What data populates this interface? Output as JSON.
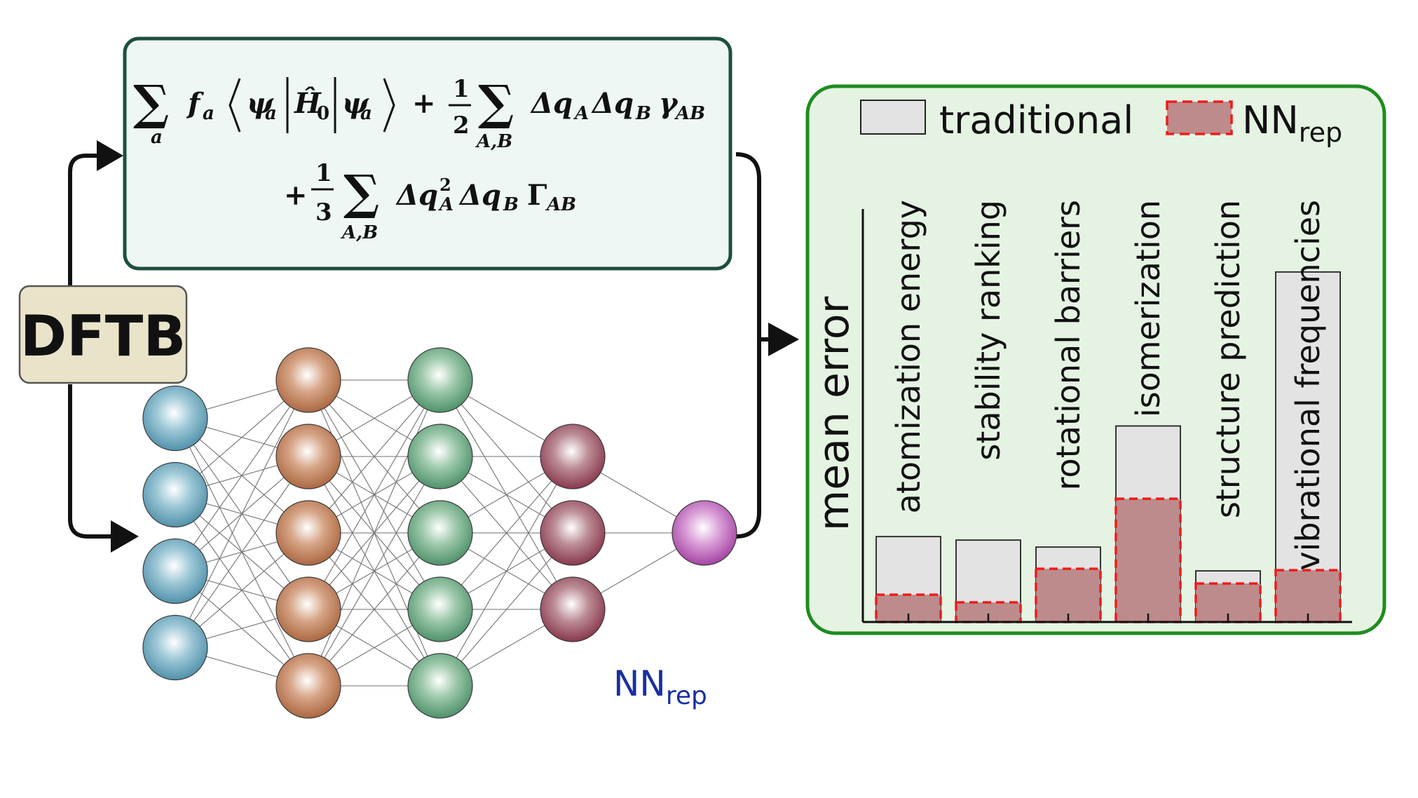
{
  "dftb_label": "DFTB",
  "nn_label": {
    "main": "NN",
    "sub": "rep"
  },
  "network": {
    "layers": [
      4,
      5,
      5,
      3,
      1
    ]
  },
  "formula": {
    "line1": {
      "sum": "∑",
      "sum_index": "a",
      "f": "f",
      "f_sub": "a",
      "psi": "ψ",
      "psi_sub": "a",
      "H": "Ĥ",
      "H_sub": "0",
      "plus": "+",
      "frac_num": "1",
      "frac_den": "2",
      "sum2_index": "A,B",
      "dq": "Δq",
      "sub_A": "A",
      "sub_B": "B",
      "gamma": "γ",
      "gamma_sub": "AB"
    },
    "line2": {
      "plus": "+",
      "frac_num": "1",
      "frac_den": "3",
      "sum_index": "A,B",
      "dq": "Δq",
      "sup2": "2",
      "sub_A": "A",
      "sub_B": "B",
      "Gamma": "Γ",
      "Gamma_sub": "AB"
    }
  },
  "colors": {
    "formula_bg": "#eef7f3",
    "formula_border": "#1d4f3c",
    "chart_bg": "#e5f3e3",
    "chart_border": "#1e8c1e",
    "dftb_bg": "#e9e4c9",
    "traditional_fill": "#e3e3e3",
    "nnrep_fill": "#bd8b8b",
    "nnrep_border": "#ee1c1c",
    "nn_label": "#1a2fa0"
  },
  "chart_data": {
    "type": "bar",
    "ylabel": "mean error",
    "categories": [
      "atomization energy",
      "stability ranking",
      "rotational barriers",
      "isomerization",
      "structure prediction",
      "vibrational frequencies"
    ],
    "series": [
      {
        "name": "traditional",
        "values": [
          1.22,
          1.17,
          1.07,
          2.8,
          0.73,
          5.0
        ]
      },
      {
        "name": "NNrep",
        "name_main": "NN",
        "name_sub": "rep",
        "values": [
          0.39,
          0.28,
          0.76,
          1.76,
          0.55,
          0.74
        ]
      }
    ],
    "ylim": [
      0,
      5.9
    ],
    "legend": "top"
  }
}
